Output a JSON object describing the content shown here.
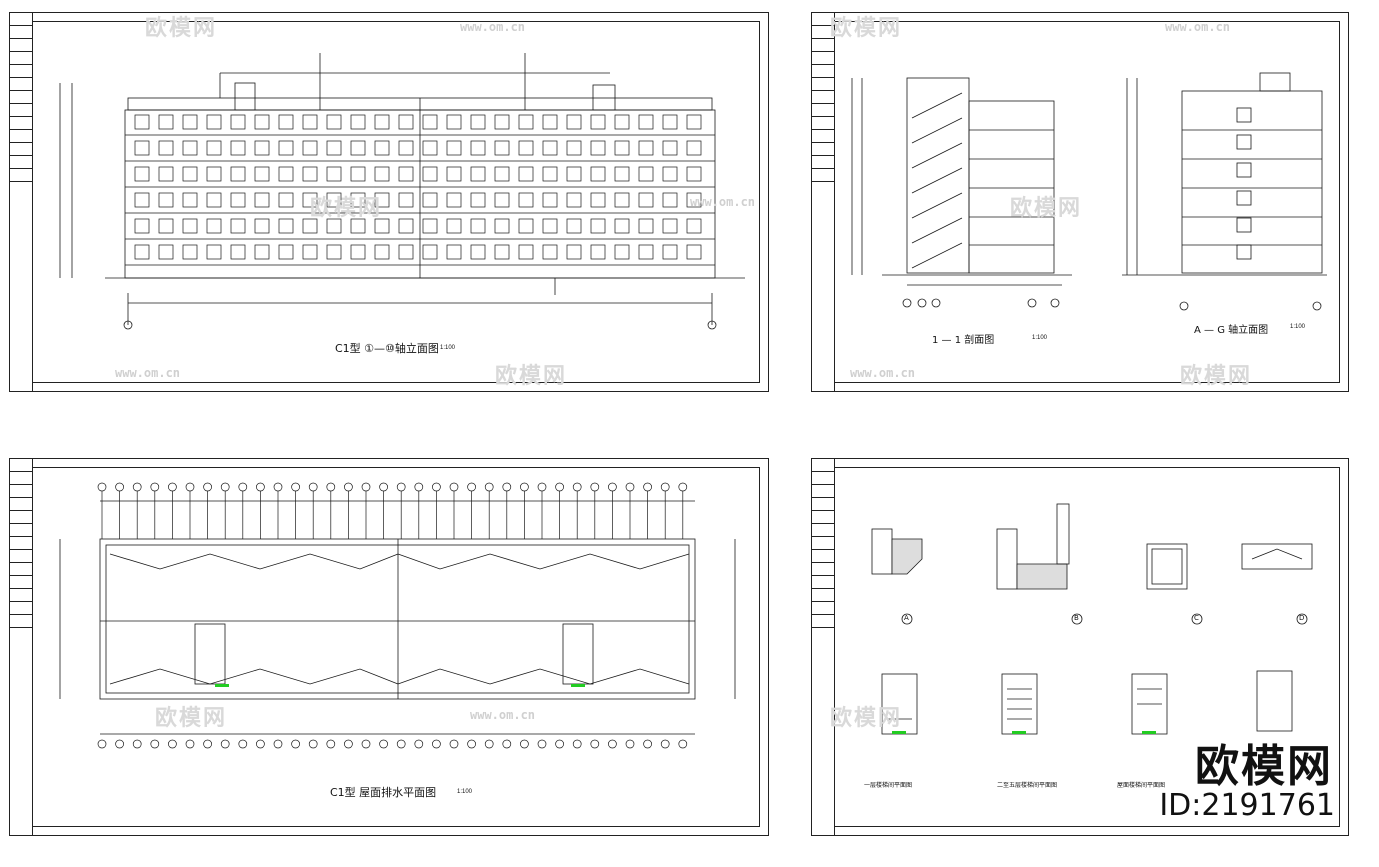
{
  "sheets": {
    "elevation": {
      "caption": "C1型 ①—⑩轴立面图",
      "scale": "1:100"
    },
    "section": {
      "caption": "1 — 1 剖面图",
      "scale": "1:100",
      "caption2": "A — G 轴立面图",
      "scale2": "1:100"
    },
    "roof_plan": {
      "caption": "C1型 屋面排水平面图",
      "scale": "1:100"
    },
    "details": {
      "captions": [
        "一层楼梯间平面图",
        "二至五层楼梯间平面图",
        "屋面楼梯间平面图"
      ],
      "detail_marks": [
        "A",
        "B",
        "C",
        "D"
      ]
    }
  },
  "watermark": {
    "brand": "欧模网",
    "url": "www.om.cn",
    "id": "ID:2191761"
  },
  "colors": {
    "line": "#1a1a1a",
    "accent_green": "#22cc22",
    "watermark": "#d9d9d9"
  }
}
